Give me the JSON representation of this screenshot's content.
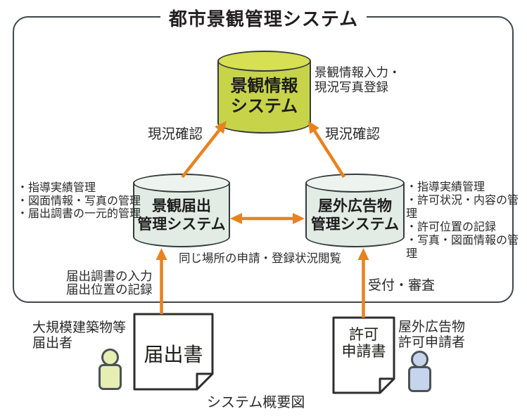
{
  "title": "都市景観管理システム",
  "caption": "システム概要図",
  "systems": {
    "info": {
      "name_line1": "景観情報",
      "name_line2": "システム",
      "note_line1": "景観情報入力・",
      "note_line2": "現況写真登録"
    },
    "notification": {
      "name_line1": "景観届出",
      "name_line2": "管理システム",
      "features": [
        "・指導実績管理",
        "・図面情報・写真の管理",
        "・届出調書の一元的管理"
      ]
    },
    "advertisement": {
      "name_line1": "屋外広告物",
      "name_line2": "管理システム",
      "features": [
        "・指導実績管理",
        "・許可状況・内容の管理",
        "・許可位置の記録",
        "・写真・図面情報の管理"
      ]
    }
  },
  "flows": {
    "check_left": "現況確認",
    "check_right": "現況確認",
    "shared_view": "同じ場所の申請・登録状況閲覧",
    "submit_left_line1": "届出調書の入力",
    "submit_left_line2": "届出位置の記録",
    "submit_right": "受付・審査"
  },
  "actors": {
    "notifier": {
      "label_line1": "大規模建築物等",
      "label_line2": "届出者",
      "document": "届出書"
    },
    "applicant": {
      "label_line1": "屋外広告物",
      "label_line2": "許可申請者",
      "document_line1": "許可",
      "document_line2": "申請書"
    }
  },
  "colors": {
    "arrow": "#e8821f",
    "outline": "#333b3e",
    "info_cylinder_body": "#c7d44a",
    "info_cylinder_top": "#d6e052",
    "sub_cylinder_body": "#e2ebe4",
    "sub_cylinder_top": "#edf3ee",
    "notifier_person": "#e7eeb2",
    "applicant_person": "#c7d5ec"
  }
}
